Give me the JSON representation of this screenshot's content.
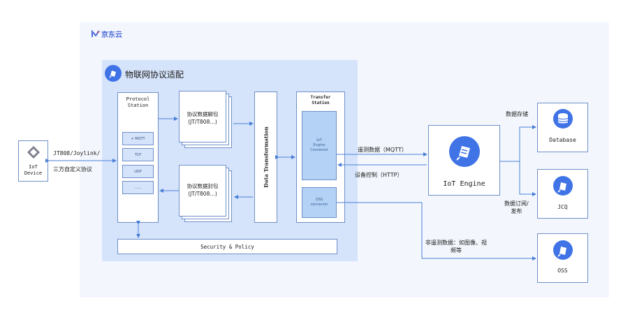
{
  "brand": {
    "name": "京东云"
  },
  "protocol_adapter": {
    "title": "物联网协议适配",
    "protocol_station": {
      "title_line1": "Protocol",
      "title_line2": "Station",
      "items": [
        "+ MQTT",
        "TCP",
        "UDP",
        "……"
      ]
    },
    "decode_box": {
      "line1": "协议数据解包",
      "line2": "(JT/T808…)"
    },
    "encode_box": {
      "line1": "协议数据封包",
      "line2": "(JT/T808…)"
    },
    "data_transformation": "Data Transformation",
    "transfer_station": {
      "title_line1": "Transfer",
      "title_line2": "Station",
      "iot_connector": {
        "line1": "IoT",
        "line2": "Engine",
        "line3": "Connector"
      },
      "oss_connector": {
        "line1": "OSS",
        "line2": "connector"
      }
    },
    "security": "Security & Policy"
  },
  "device": {
    "line1": "IoT",
    "line2": "Device"
  },
  "device_link": {
    "line1": "JT808/Joylink/",
    "line2": "三方自定义协议"
  },
  "telemetry_label": "遥测数据（MQTT）",
  "control_label": "设备控制（HTTP）",
  "non_telemetry_label": {
    "line1": "非遥测数据：如图像、视",
    "line2": "频等"
  },
  "engine": {
    "name": "IoT Engine"
  },
  "services": {
    "database": {
      "name": "Database",
      "edge_label": "数据存储"
    },
    "jcq": {
      "name": "JCQ",
      "edge_label_line1": "数据订阅/",
      "edge_label_line2": "发布"
    },
    "oss": {
      "name": "OSS"
    }
  },
  "colors": {
    "accent": "#3f73e6",
    "line": "#4a7fd8",
    "panel": "#d6e4fb",
    "background": "#f3f7fd"
  }
}
